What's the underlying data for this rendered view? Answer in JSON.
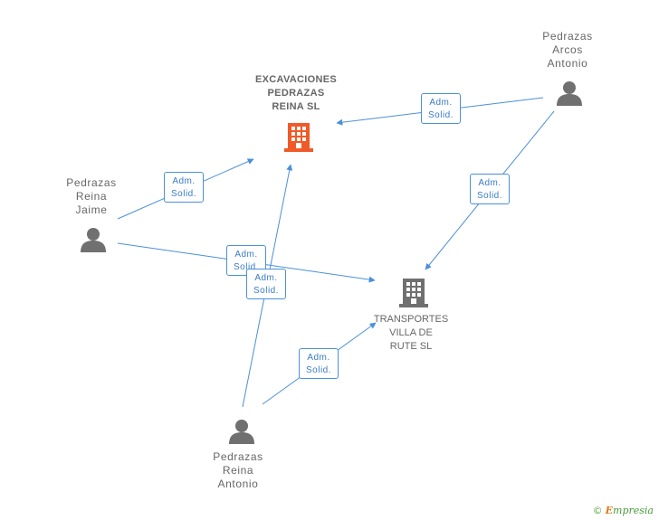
{
  "nodes": {
    "excavaciones": "EXCAVACIONES\nPEDRAZAS\nREINA SL",
    "transportes": "TRANSPORTES\nVILLA DE\nRUTE SL",
    "arcos": "Pedrazas\nArcos\nAntonio",
    "jaime": "Pedrazas\nReina\nJaime",
    "antonio": "Pedrazas\nReina\nAntonio"
  },
  "edge_label": "Adm.\nSolid.",
  "colors": {
    "main_company": "#f05a28",
    "company": "#707070",
    "person": "#707070",
    "edge": "#4a90d9"
  },
  "brand": {
    "copyright": "©",
    "initial": "E",
    "rest": "mpresia"
  }
}
